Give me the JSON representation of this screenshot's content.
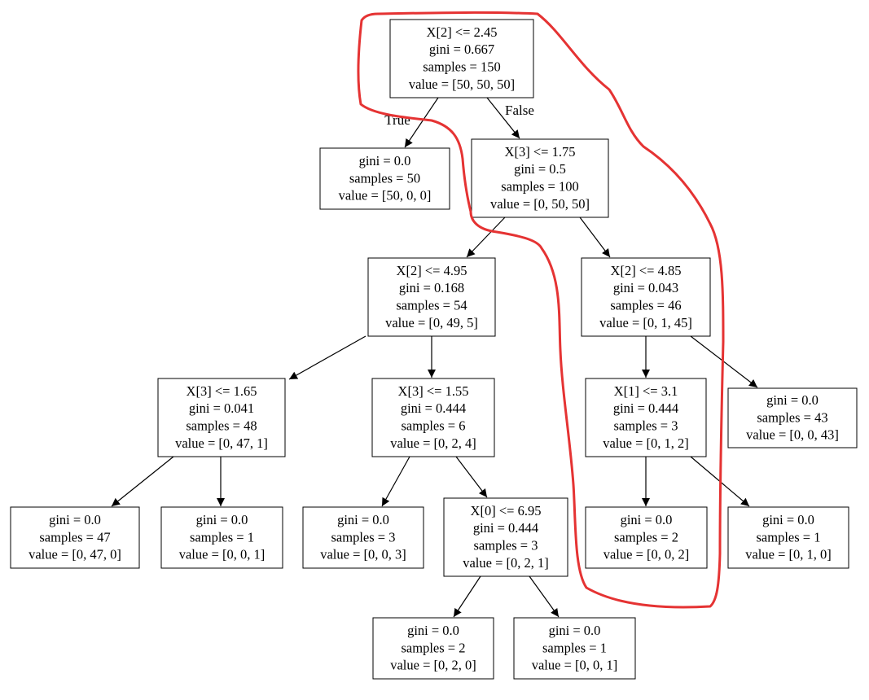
{
  "tree": {
    "nodes": [
      {
        "id": "n0",
        "lines": [
          "X[2] <= 2.45",
          "gini = 0.667",
          "samples = 150",
          "value = [50, 50, 50]"
        ]
      },
      {
        "id": "n1",
        "lines": [
          "gini = 0.0",
          "samples = 50",
          "value = [50, 0, 0]"
        ]
      },
      {
        "id": "n2",
        "lines": [
          "X[3] <= 1.75",
          "gini = 0.5",
          "samples = 100",
          "value = [0, 50, 50]"
        ]
      },
      {
        "id": "n3",
        "lines": [
          "X[2] <= 4.95",
          "gini = 0.168",
          "samples = 54",
          "value = [0, 49, 5]"
        ]
      },
      {
        "id": "n4",
        "lines": [
          "X[2] <= 4.85",
          "gini = 0.043",
          "samples = 46",
          "value = [0, 1, 45]"
        ]
      },
      {
        "id": "n5",
        "lines": [
          "X[3] <= 1.65",
          "gini = 0.041",
          "samples = 48",
          "value = [0, 47, 1]"
        ]
      },
      {
        "id": "n6",
        "lines": [
          "X[3] <= 1.55",
          "gini = 0.444",
          "samples = 6",
          "value = [0, 2, 4]"
        ]
      },
      {
        "id": "n7",
        "lines": [
          "X[1] <= 3.1",
          "gini = 0.444",
          "samples = 3",
          "value = [0, 1, 2]"
        ]
      },
      {
        "id": "n8",
        "lines": [
          "gini = 0.0",
          "samples = 43",
          "value = [0, 0, 43]"
        ]
      },
      {
        "id": "n9",
        "lines": [
          "gini = 0.0",
          "samples = 47",
          "value = [0, 47, 0]"
        ]
      },
      {
        "id": "n10",
        "lines": [
          "gini = 0.0",
          "samples = 1",
          "value = [0, 0, 1]"
        ]
      },
      {
        "id": "n11",
        "lines": [
          "gini = 0.0",
          "samples = 3",
          "value = [0, 0, 3]"
        ]
      },
      {
        "id": "n12",
        "lines": [
          "X[0] <= 6.95",
          "gini = 0.444",
          "samples = 3",
          "value = [0, 2, 1]"
        ]
      },
      {
        "id": "n13",
        "lines": [
          "gini = 0.0",
          "samples = 2",
          "value = [0, 0, 2]"
        ]
      },
      {
        "id": "n14",
        "lines": [
          "gini = 0.0",
          "samples = 1",
          "value = [0, 1, 0]"
        ]
      },
      {
        "id": "n15",
        "lines": [
          "gini = 0.0",
          "samples = 2",
          "value = [0, 2, 0]"
        ]
      },
      {
        "id": "n16",
        "lines": [
          "gini = 0.0",
          "samples = 1",
          "value = [0, 0, 1]"
        ]
      }
    ],
    "edges": [
      {
        "from": "n0",
        "to": "n1",
        "label": "True"
      },
      {
        "from": "n0",
        "to": "n2",
        "label": "False"
      },
      {
        "from": "n2",
        "to": "n3",
        "label": ""
      },
      {
        "from": "n2",
        "to": "n4",
        "label": ""
      },
      {
        "from": "n3",
        "to": "n5",
        "label": ""
      },
      {
        "from": "n3",
        "to": "n6",
        "label": ""
      },
      {
        "from": "n4",
        "to": "n7",
        "label": ""
      },
      {
        "from": "n4",
        "to": "n8",
        "label": ""
      },
      {
        "from": "n5",
        "to": "n9",
        "label": ""
      },
      {
        "from": "n5",
        "to": "n10",
        "label": ""
      },
      {
        "from": "n6",
        "to": "n11",
        "label": ""
      },
      {
        "from": "n6",
        "to": "n12",
        "label": ""
      },
      {
        "from": "n7",
        "to": "n13",
        "label": ""
      },
      {
        "from": "n7",
        "to": "n14",
        "label": ""
      },
      {
        "from": "n12",
        "to": "n15",
        "label": ""
      },
      {
        "from": "n12",
        "to": "n16",
        "label": ""
      }
    ]
  },
  "colors": {
    "node_border": "#000000",
    "edge": "#000000",
    "highlight": "#e53333",
    "background": "#ffffff"
  }
}
